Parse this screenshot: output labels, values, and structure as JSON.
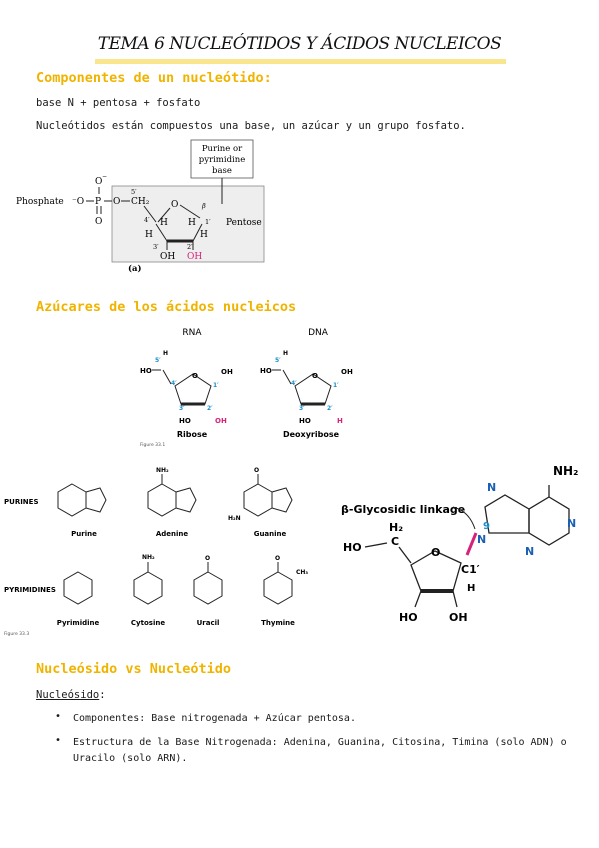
{
  "title": "TEMA 6 NUCLEÓTIDOS Y ÁCIDOS NUCLEICOS",
  "section1": {
    "heading": "Componentes de un nucleótido:",
    "formula": "base N + pentosa + fosfato",
    "description": "Nucleótidos están compuestos una base, un azúcar y un grupo fosfato."
  },
  "figure_a": {
    "base_box": [
      "Purine or",
      "pyrimidine",
      "base"
    ],
    "phosphate": "Phosphate",
    "pentose": "Pentose",
    "beta": "β",
    "caption": "(a)",
    "oh_black": "OH",
    "oh_pink": "OH",
    "c5": "5′",
    "c4": "4′",
    "c3": "3′",
    "c2": "2′",
    "c1": "1′"
  },
  "section2": {
    "heading": "Azúcares de los ácidos nucleicos",
    "rna_label": "RNA",
    "dna_label": "DNA",
    "ribose": "Ribose",
    "deoxyribose": "Deoxyribose",
    "ribose_oh_pink": "OH",
    "deoxy_h_pink": "H",
    "figure_note": "Figure 33.1"
  },
  "bases": {
    "purines_label": "PURINES",
    "pyrimidines_label": "PYRIMIDINES",
    "purines": [
      "Purine",
      "Adenine",
      "Guanine"
    ],
    "pyrimidines": [
      "Pyrimidine",
      "Cytosine",
      "Uracil",
      "Thymine"
    ],
    "figure_note": "Figure 33.3"
  },
  "glycosidic": {
    "label": "β-Glycosidic linkage",
    "nh2": "NH₂",
    "n9": "9",
    "c1": "C1′",
    "ho": "HO",
    "h2": "H₂",
    "c": "C",
    "oh1": "HO",
    "oh2": "OH",
    "h": "H"
  },
  "section3": {
    "heading": "Nucleósido vs Nucleótido",
    "subheading": "Nucleósido",
    "subheading_colon": ":",
    "bullets": [
      "Componentes: Base nitrogenada + Azúcar pentosa.",
      "Estructura de la Base Nitrogenada: Adenina, Guanina, Citosina, Timina (solo ADN) o Uracilo (solo ARN)."
    ]
  },
  "colors": {
    "heading": "#f0b400",
    "pink": "#d6237a",
    "blue": "#1a8fc9"
  }
}
